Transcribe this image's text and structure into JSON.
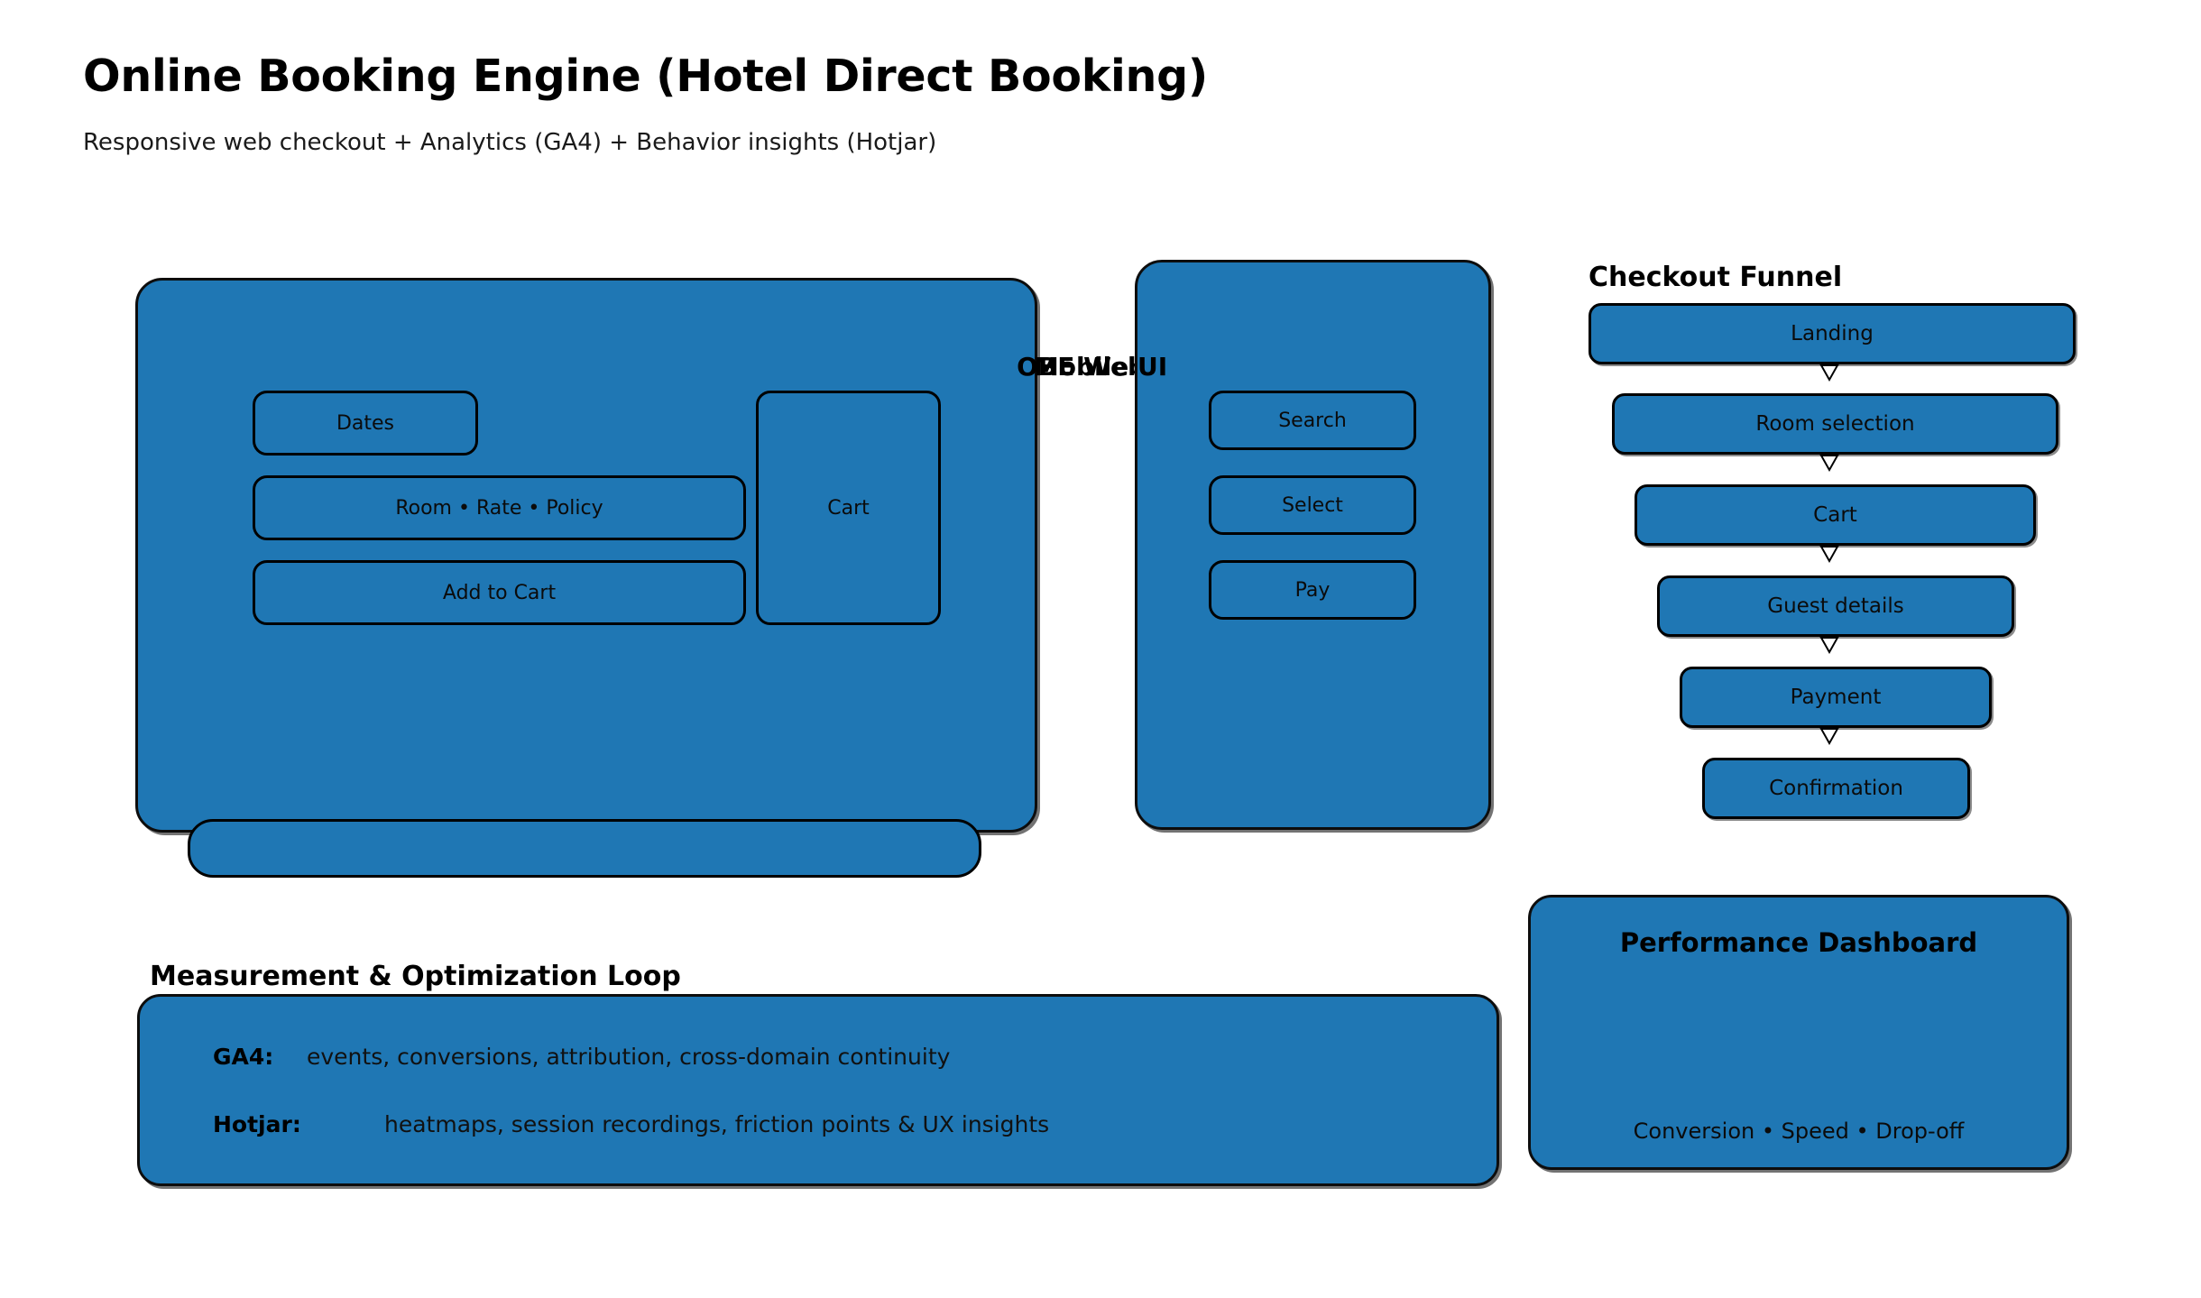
{
  "header": {
    "title": "Online Booking Engine (Hotel Direct Booking)",
    "subtitle": "Responsive web checkout + Analytics (GA4) + Behavior insights (Hotjar)"
  },
  "colors": {
    "panel_fill": "#1f77b4",
    "panel_stroke": "#000000",
    "page_background": "#ffffff",
    "text": "#000000"
  },
  "obe_panel": {
    "title": "OBE Web UI",
    "controls": [
      {
        "label": "Dates"
      },
      {
        "label": "Room • Rate • Policy"
      },
      {
        "label": "Add to Cart"
      }
    ],
    "cart": {
      "label": "Cart"
    },
    "footer_bar": {
      "label": ""
    }
  },
  "mobile_panel": {
    "title": "Mobile UI",
    "steps": [
      {
        "label": "Search"
      },
      {
        "label": "Select"
      },
      {
        "label": "Pay"
      }
    ]
  },
  "checkout_funnel": {
    "heading": "Checkout Funnel",
    "steps": [
      {
        "label": "Landing"
      },
      {
        "label": "Room selection"
      },
      {
        "label": "Cart"
      },
      {
        "label": "Guest details"
      },
      {
        "label": "Payment"
      },
      {
        "label": "Confirmation"
      }
    ]
  },
  "measurement_loop": {
    "heading": "Measurement & Optimization Loop",
    "rows": [
      {
        "key": "GA4:",
        "value": "events, conversions, attribution, cross-domain continuity"
      },
      {
        "key": "Hotjar:",
        "value": "heatmaps, session recordings, friction points & UX insights"
      }
    ]
  },
  "performance_dashboard": {
    "title": "Performance Dashboard",
    "metrics": "Conversion • Speed • Drop-off"
  }
}
